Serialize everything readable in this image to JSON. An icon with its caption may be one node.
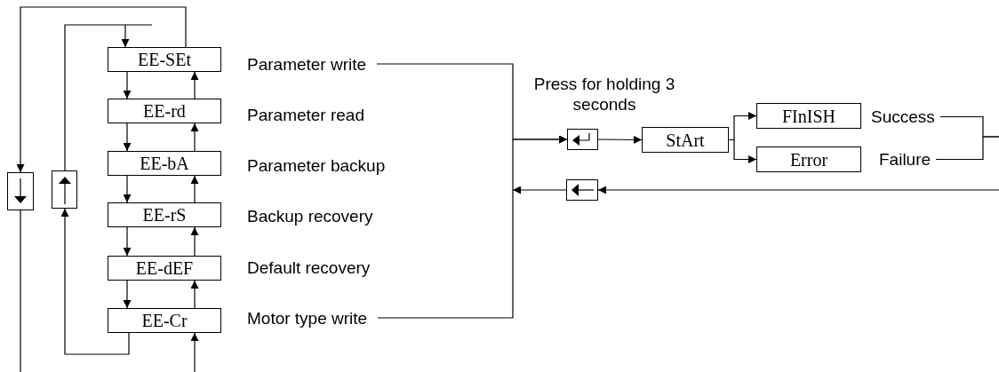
{
  "diagram": {
    "nodes": [
      {
        "text": [],
        "shape": "box"
      },
      {
        "text": [],
        "shape": "box"
      },
      {
        "text": [
          "EE-SEt"
        ]
      },
      {
        "text": [
          "EE-rd"
        ]
      },
      {
        "text": [
          "EE-bA"
        ]
      },
      {
        "text": [
          "EE-rS"
        ]
      },
      {
        "text": [
          "EE-dEF"
        ]
      },
      {
        "text": [
          "EE-Cr"
        ]
      },
      {
        "text": [
          "Parameter write"
        ]
      },
      {
        "text": [
          "Parameter read"
        ]
      },
      {
        "text": [
          "Parameter backup"
        ]
      },
      {
        "text": [
          "Backup recovery"
        ]
      },
      {
        "text": [
          "Default recovery"
        ]
      },
      {
        "text": [
          "Motor type write"
        ]
      },
      {
        "text": [],
        "shape": "box"
      },
      {
        "text": [
          "StArt"
        ]
      },
      {
        "text": [
          "FInISH"
        ]
      },
      {
        "text": [
          "Error"
        ]
      },
      {
        "text": [
          "Success"
        ]
      },
      {
        "text": [
          "Failure"
        ]
      },
      {
        "text": [],
        "shape": "box"
      }
    ],
    "edges": [
      {
        "from": 2,
        "to": 3,
        "arrow": "to"
      },
      {
        "from": 3,
        "to": 4,
        "arrow": "to"
      },
      {
        "from": 4,
        "to": 5,
        "arrow": "to"
      },
      {
        "from": 5,
        "to": 6,
        "arrow": "to"
      },
      {
        "from": 6,
        "to": 7,
        "arrow": "to"
      },
      {
        "from": 3,
        "to": 2,
        "arrow": "to"
      },
      {
        "from": 4,
        "to": 3,
        "arrow": "to"
      },
      {
        "from": 5,
        "to": 4,
        "arrow": "to"
      },
      {
        "from": 6,
        "to": 5,
        "arrow": "to"
      },
      {
        "from": 7,
        "to": 6,
        "arrow": "to"
      },
      {
        "from": 2,
        "to": 0,
        "arrow": "to"
      },
      {
        "from": 0,
        "to": null,
        "arrow": "none"
      },
      {
        "from": 7,
        "to": 1,
        "arrow": "to"
      },
      {
        "from": 1,
        "to": 2,
        "arrow": "to"
      },
      {
        "from": null,
        "to": 7,
        "arrow": "to"
      },
      {
        "from": 8,
        "to": 14,
        "arrow": "to"
      },
      {
        "from": 13,
        "to": 14,
        "arrow": "to"
      },
      {
        "from": 14,
        "to": 15,
        "arrow": "to",
        "label": "Press for holding 3 seconds"
      },
      {
        "from": 15,
        "to": 16,
        "arrow": "to"
      },
      {
        "from": 15,
        "to": 17,
        "arrow": "to"
      },
      {
        "from": 18,
        "to": null,
        "arrow": "none"
      },
      {
        "from": 19,
        "to": null,
        "arrow": "none"
      },
      {
        "from": null,
        "to": 20,
        "arrow": "to"
      },
      {
        "from": 20,
        "to": null,
        "arrow": "to"
      }
    ]
  }
}
